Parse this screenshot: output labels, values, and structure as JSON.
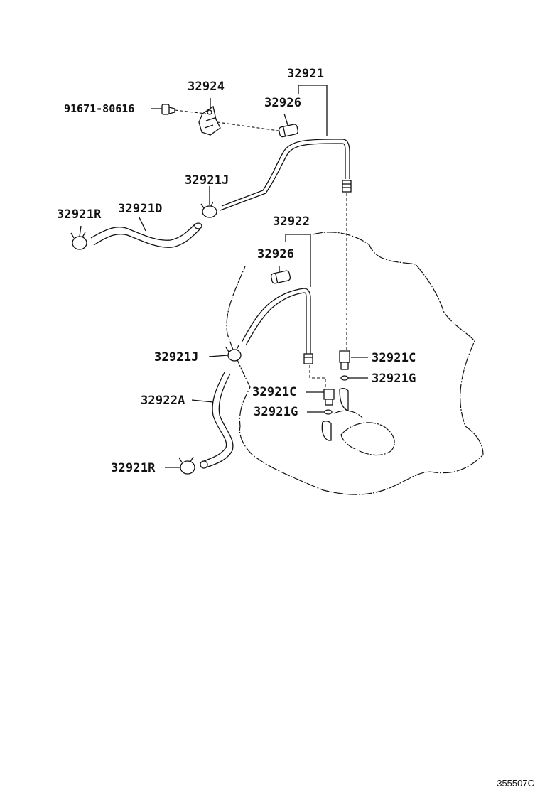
{
  "labels": {
    "p32921": "32921",
    "p32924": "32924",
    "p32926_top": "32926",
    "p91671": "91671-80616",
    "p32921J_top": "32921J",
    "p32921R_top": "32921R",
    "p32921D": "32921D",
    "p32922": "32922",
    "p32926_mid": "32926",
    "p32921J_mid": "32921J",
    "p32921C_right": "32921C",
    "p32921G_right": "32921G",
    "p32922A": "32922A",
    "p32921C_mid": "32921C",
    "p32921G_mid": "32921G",
    "p32921R_bottom": "32921R"
  },
  "figure_number": "355507C"
}
